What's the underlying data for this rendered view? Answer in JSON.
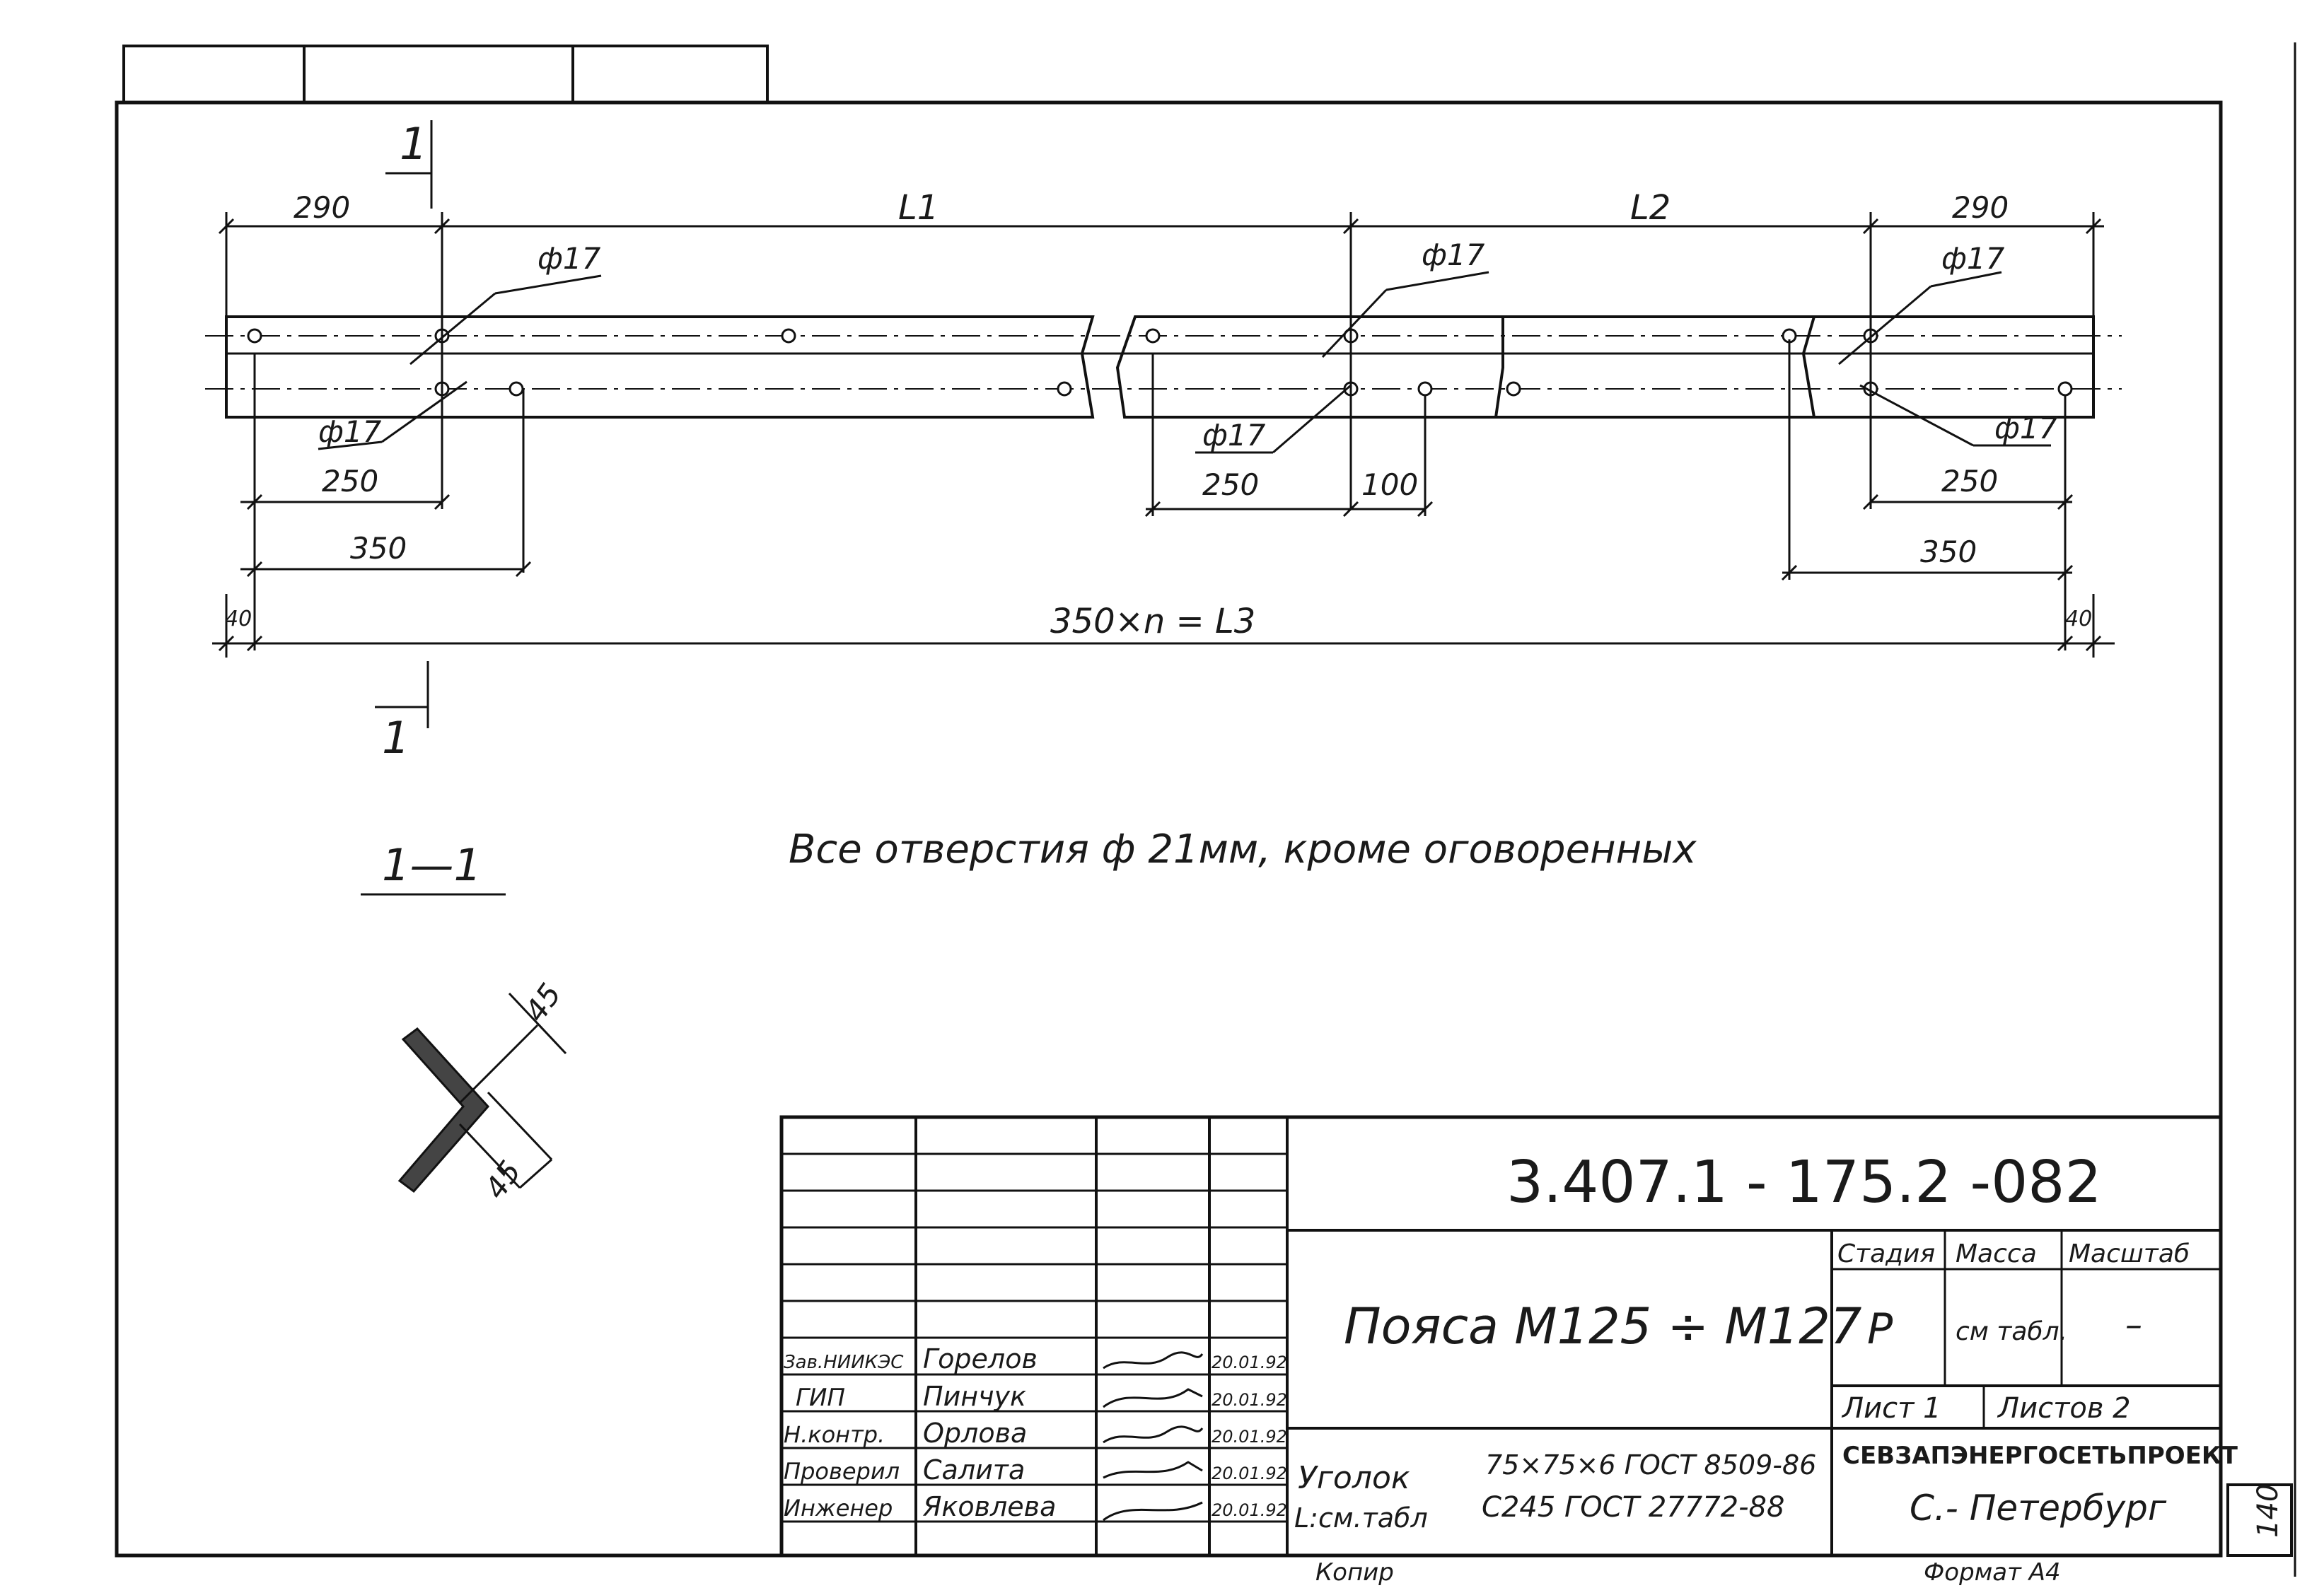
{
  "drawing": {
    "section_mark": "1",
    "dim_top": {
      "d290_left": "290",
      "l1": "L1",
      "l2": "L2",
      "d290_right": "290"
    },
    "hole_labels": {
      "a": "ф17",
      "b": "ф17",
      "c": "ф17",
      "d": "ф17",
      "e": "ф17",
      "f": "ф17"
    },
    "dim_bottom": {
      "d250_left": "250",
      "d350_left": "350",
      "d250_mid": "250",
      "d100_mid": "100",
      "d250_right": "250",
      "d350_right": "350",
      "d40_left": "40",
      "d40_right": "40",
      "l3": "350×n = L3"
    },
    "note": "Все отверстия ф 21мм, кроме оговоренных",
    "section_title": "1—1",
    "angle_dims": {
      "top": "45",
      "bottom": "45"
    }
  },
  "title_block": {
    "doc_number": "3.407.1 - 175.2 -082",
    "name": "Пояса М125 ÷ М127",
    "headers": {
      "stage": "Стадия",
      "mass": "Масса",
      "scale": "Масштаб"
    },
    "values": {
      "stage": "Р",
      "mass": "см табл.",
      "scale": "–"
    },
    "sheet": "Лист 1",
    "sheets": "Листов 2",
    "org": "СЕВЗАПЭНЕРГОСЕТЬПРОЕКТ",
    "city": "С.- Петербург",
    "material": {
      "item": "Уголок",
      "length": "L:см.табл",
      "spec1": "75×75×6 ГОСТ 8509-86",
      "spec2": "С245 ГОСТ 27772-88"
    },
    "staff": [
      {
        "role": "Зав.НИИКЭС",
        "name": "Горелов",
        "date": "20.01.92"
      },
      {
        "role": "ГИП",
        "name": "Пинчук",
        "date": "20.01.92"
      },
      {
        "role": "Н.контр.",
        "name": "Орлова",
        "date": "20.01.92"
      },
      {
        "role": "Проверил",
        "name": "Салита",
        "date": "20.01.92"
      },
      {
        "role": "Инженер",
        "name": "Яковлева",
        "date": "20.01.92"
      }
    ],
    "copy_label": "Копир",
    "format": "Формат А4",
    "side_number": "140"
  }
}
